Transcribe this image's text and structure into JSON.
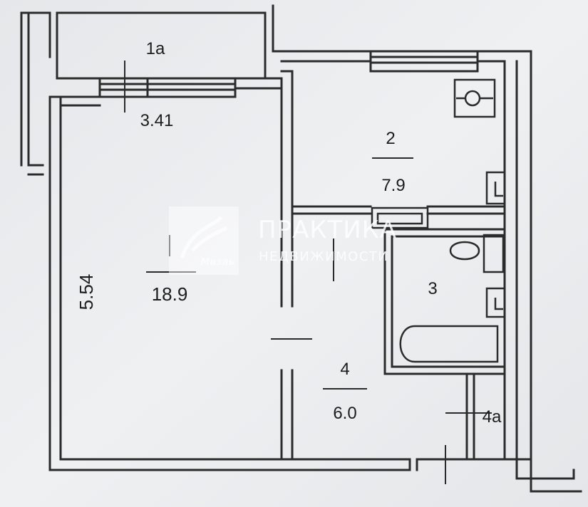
{
  "rooms": {
    "balcony": {
      "number": "1a"
    },
    "room1": {
      "area": "18.9",
      "length": "5.54",
      "width": "3.41"
    },
    "room2": {
      "number": "2",
      "area": "7.9"
    },
    "room3": {
      "number": "3"
    },
    "room4": {
      "number": "4",
      "area": "6.0"
    },
    "room4a": {
      "number": "4a"
    }
  },
  "watermark": {
    "brand": "ПРАКТИКА",
    "subtitle": "НЕДВИЖИМОСТИ",
    "logo_text": "Мизль"
  },
  "colors": {
    "background": "#eceef0",
    "line": "#2b2b2b",
    "watermark": "#ffffff"
  }
}
